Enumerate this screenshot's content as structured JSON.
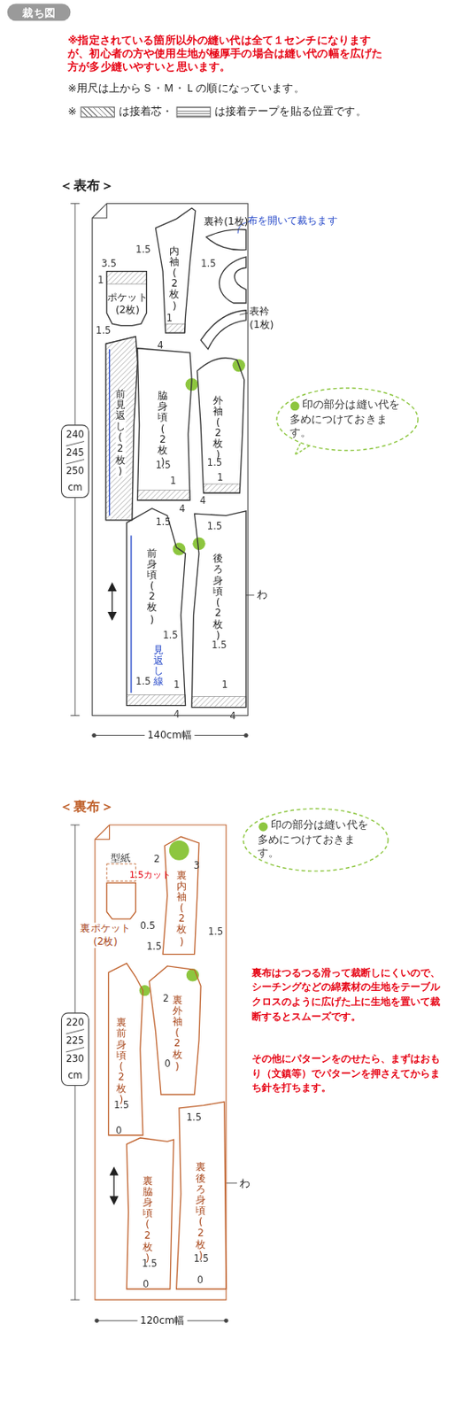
{
  "diagram": {
    "title": "裁ち図",
    "nodes": [
      {
        "text": [
          "＜表布＞"
        ]
      },
      {
        "text": [
          "内袖(2枚)"
        ],
        "in": 0
      },
      {
        "text": [
          "裏衿(1枚)"
        ],
        "in": 0
      },
      {
        "text": [
          "ポケット(2枚)"
        ],
        "in": 0
      },
      {
        "text": [
          "表衿(1枚)"
        ],
        "in": 0
      },
      {
        "text": [
          "前見返し(2枚)"
        ],
        "in": 0
      },
      {
        "text": [
          "脇身頃(2枚)"
        ],
        "in": 0
      },
      {
        "text": [
          "外袖(2枚)"
        ],
        "in": 0
      },
      {
        "text": [
          "前身頃(2枚)"
        ],
        "in": 0
      },
      {
        "text": [
          "後ろ身頃(2枚)"
        ],
        "in": 0
      },
      {
        "text": [
          "印の部分は縫い代を多めにつけておきます。"
        ]
      },
      {
        "text": [
          "240",
          "245",
          "250",
          "cm"
        ]
      },
      {
        "text": [
          "＜裏布＞"
        ]
      },
      {
        "text": [
          "裏ポケット(2枚)"
        ],
        "in": 12
      },
      {
        "text": [
          "裏内袖(2枚)"
        ],
        "in": 12
      },
      {
        "text": [
          "裏外袖(2枚)"
        ],
        "in": 12
      },
      {
        "text": [
          "裏前身頃(2枚)"
        ],
        "in": 12
      },
      {
        "text": [
          "裏後ろ身頃(2枚)"
        ],
        "in": 12
      },
      {
        "text": [
          "裏脇身頃(2枚)"
        ],
        "in": 12
      },
      {
        "text": [
          "印の部分は縫い代を多めにつけておきます。"
        ]
      },
      {
        "text": [
          "220",
          "225",
          "230",
          "cm"
        ]
      }
    ],
    "labels": [
      "※指定されている箇所以外の縫い代は全て１センチになりますが、初心者の方や使用生地が極厚手の場合は縫い代の幅を広げた方が多少縫いやすいと思います。",
      "※用尺は上からＳ・Ｍ・Ｌの順になっています。",
      "※",
      "布を開いて裁ちます",
      "1.5",
      "1.5",
      "3.5",
      "1",
      "1.5",
      "1",
      "4",
      "1.5",
      "1",
      "4",
      "1.5",
      "1",
      "4",
      "1.5",
      "1.5",
      "1.5",
      "見返し線",
      "1.5",
      "1.5",
      "1",
      "1",
      "4",
      "4",
      "わ",
      "140cm幅",
      "型紙",
      "1.5カット",
      "0.5",
      "2",
      "3",
      "1.5",
      "1.5",
      "2",
      "0",
      "1.5",
      "0",
      "1.5",
      "1.5",
      "0",
      "1.5",
      "0",
      "わ",
      "120cm幅",
      "裏布はつるつる滑って裁断しにくいので、シーチングなどの綿素材の生地をテーブルクロスのように広げた上に生地を置いて裁断するとスムーズです。",
      "その他にパターンをのせたら、まずはおもり（文鎮等）でパターンを押さえてからまち針を打ちます。"
    ],
    "legend": [
      {
        "text": "は接着芯・"
      },
      {
        "text": "は接着テープを貼る位置です。"
      }
    ]
  }
}
